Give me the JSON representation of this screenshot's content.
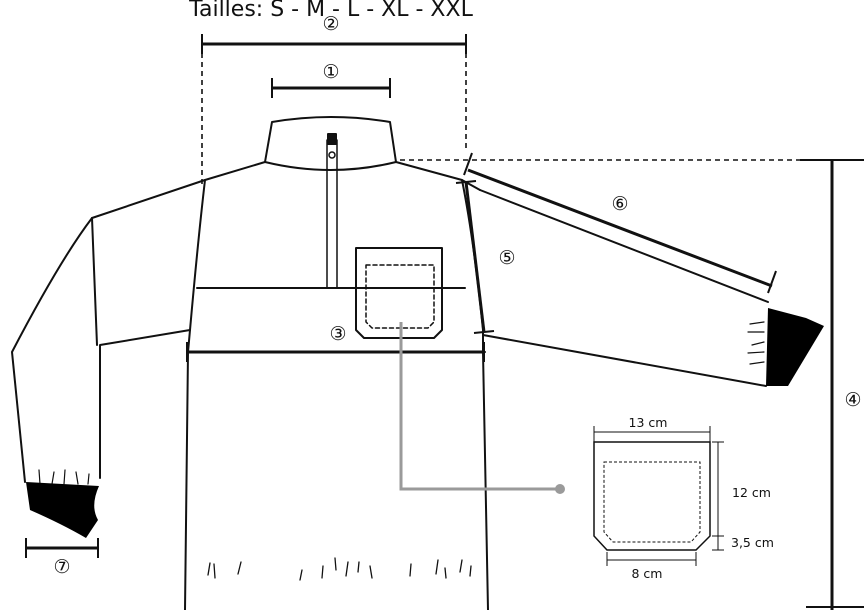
{
  "title": "Tailles: S - M - L - XL - XXL",
  "markers": {
    "m1": "①",
    "m2": "②",
    "m3": "③",
    "m4": "④",
    "m5": "⑤",
    "m6": "⑥",
    "m7": "⑦"
  },
  "pocket": {
    "width_top": "13 cm",
    "height": "12 cm",
    "corner": "3,5 cm",
    "width_bottom": "8 cm"
  },
  "colors": {
    "line": "#111111",
    "leader": "#9a9a9a",
    "cuff": "#000000"
  }
}
